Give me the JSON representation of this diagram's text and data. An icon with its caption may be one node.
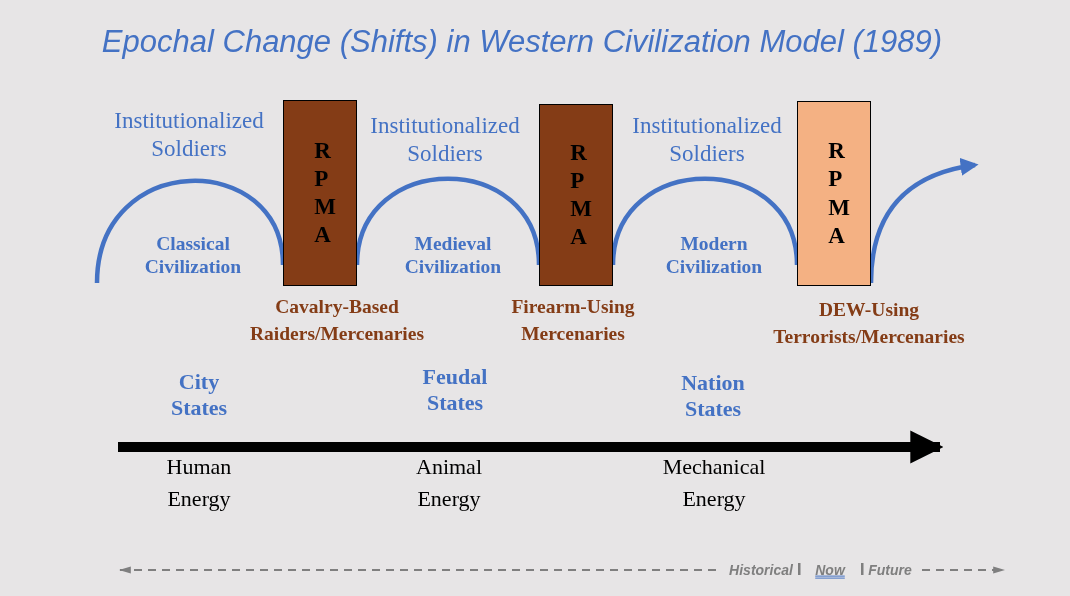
{
  "diagram": {
    "title": "Epochal Change (Shifts) in Western Civilization Model (1989)",
    "nodes": [
      {
        "text": [
          "R P M A"
        ],
        "beside": [
          "Cavalry-Based Raiders/Mercenaries"
        ]
      },
      {
        "text": [
          "R P M A"
        ],
        "beside": [
          "Firearm-Using Mercenaries"
        ]
      },
      {
        "text": [
          "R P M A"
        ],
        "beside": [
          "DEW-Using Terrorists/Mercenaries"
        ]
      }
    ],
    "edges": [
      {
        "from": null,
        "to": 0,
        "arrow": "none"
      },
      {
        "from": 0,
        "to": 1,
        "arrow": "none"
      },
      {
        "from": 1,
        "to": 2,
        "arrow": "none"
      },
      {
        "from": 2,
        "to": null,
        "arrow": "to"
      }
    ],
    "labels": [
      "Institutionalized Soldiers",
      "Institutionalized Soldiers",
      "Institutionalized Soldiers",
      "Classical Civilization",
      "Medieval Civilization",
      "Modern Civilization",
      "City States",
      "Feudal States",
      "Nation States",
      "Human Energy",
      "Animal Energy",
      "Mechanical Energy",
      "Historical",
      "Now",
      "Future"
    ]
  }
}
